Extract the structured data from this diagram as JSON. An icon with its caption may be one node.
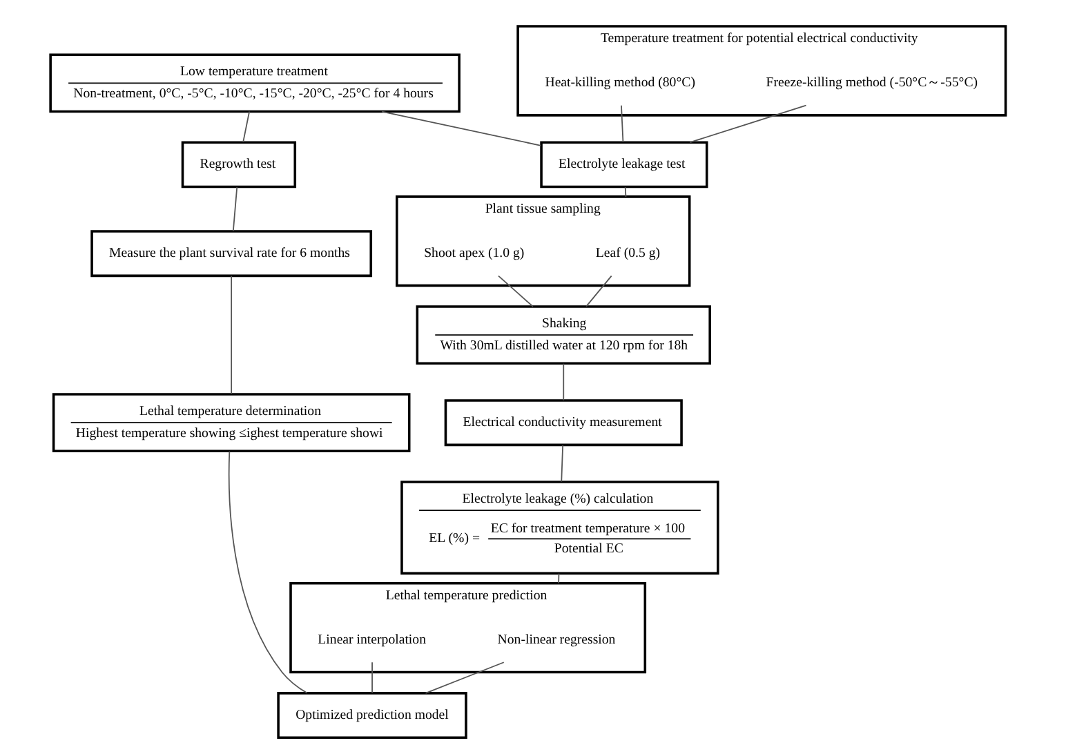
{
  "diagram": {
    "nodes": [
      {
        "text": [
          "Low temperature treatment",
          "Non-treatment, 0°C, -5°C, -10°C, -15°C, -20°C, -25°C for 4 hours"
        ]
      },
      {
        "text": [
          "Temperature treatment for potential electrical conductivity"
        ]
      },
      {
        "text": [
          "Freeze-killing method (-50°C～-55°C)"
        ],
        "in": 1
      },
      {
        "text": [
          "Heat-killing method (80°C)"
        ],
        "in": 1
      },
      {
        "text": [
          "Regrowth test"
        ]
      },
      {
        "text": [
          "Electrolyte leakage test"
        ]
      },
      {
        "text": [
          "Measure the plant survival rate for 6 months"
        ]
      },
      {
        "text": [
          "Plant tissue sampling"
        ]
      },
      {
        "text": [
          "Leaf (0.5 g)"
        ],
        "in": 7
      },
      {
        "text": [
          "Shoot apex (1.0 g)"
        ],
        "in": 7
      },
      {
        "text": [
          "Shaking",
          "With 30mL distilled water at 120 rpm for 18h"
        ]
      },
      {
        "text": [
          "Electrical conductivity measurement"
        ]
      },
      {
        "text": [
          "Electrolyte leakage (%) calculation",
          "EL (%) =",
          "EC for treatment temperature × 100",
          "Potential EC"
        ]
      },
      {
        "text": [
          "Lethal temperature determination",
          "Highest temperature showing ≤ighest temperature showi"
        ]
      },
      {
        "text": [
          "Lethal temperature prediction"
        ]
      },
      {
        "text": [
          "Non-linear regression"
        ],
        "in": 14
      },
      {
        "text": [
          "Linear interpolation"
        ],
        "in": 14
      },
      {
        "text": [
          "Optimized prediction model"
        ]
      }
    ],
    "edges": [
      {
        "from": 0,
        "to": 4,
        "arrow": "none"
      },
      {
        "from": 0,
        "to": 5,
        "arrow": "none"
      },
      {
        "from": 2,
        "to": 5,
        "arrow": "none"
      },
      {
        "from": 3,
        "to": 5,
        "arrow": "none"
      },
      {
        "from": 4,
        "to": 6,
        "arrow": "none"
      },
      {
        "from": 5,
        "to": 7,
        "arrow": "none"
      },
      {
        "from": 8,
        "to": 10,
        "arrow": "none"
      },
      {
        "from": 9,
        "to": 10,
        "arrow": "none"
      },
      {
        "from": 10,
        "to": 11,
        "arrow": "none"
      },
      {
        "from": 11,
        "to": 12,
        "arrow": "none"
      },
      {
        "from": 12,
        "to": 14,
        "arrow": "none"
      },
      {
        "from": 6,
        "to": 13,
        "arrow": "none"
      },
      {
        "from": 13,
        "to": 17,
        "arrow": "none"
      },
      {
        "from": 15,
        "to": 17,
        "arrow": "none"
      },
      {
        "from": 16,
        "to": 17,
        "arrow": "none"
      }
    ]
  }
}
